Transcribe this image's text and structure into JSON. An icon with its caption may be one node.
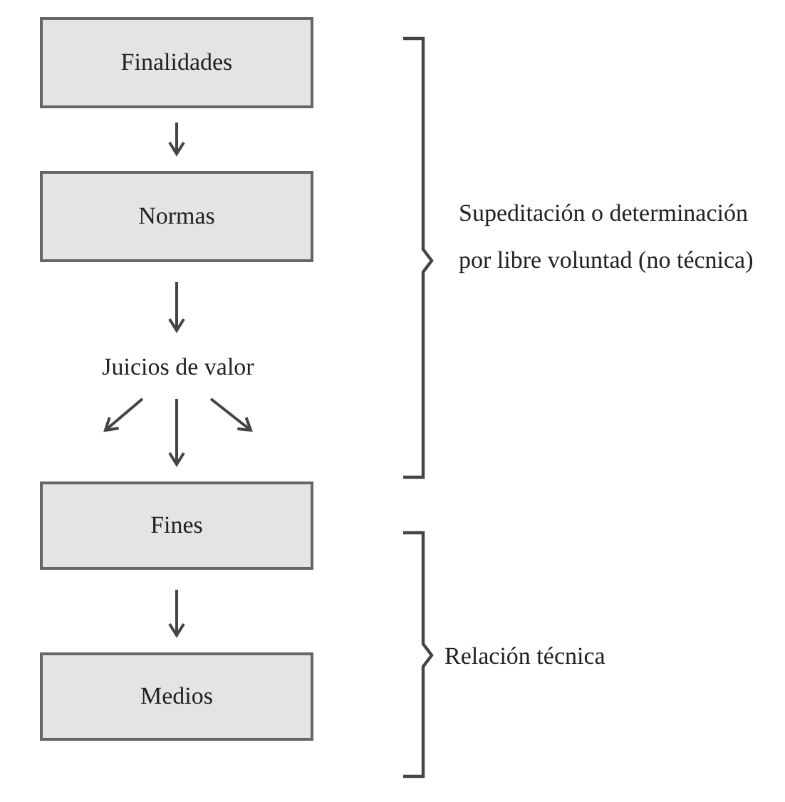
{
  "diagram": {
    "nodes": [
      {
        "text": [
          "Finalidades"
        ]
      },
      {
        "text": [
          "Normas"
        ]
      },
      {
        "text": [
          "Juicios de valor"
        ]
      },
      {
        "text": [
          "Fines"
        ]
      },
      {
        "text": [
          "Medios"
        ]
      }
    ],
    "edges": [
      {
        "from": 0,
        "to": 1,
        "arrow": "to"
      },
      {
        "from": 1,
        "to": 2,
        "arrow": "to"
      },
      {
        "from": 2,
        "to": null,
        "arrow": "to"
      },
      {
        "from": 2,
        "to": 3,
        "arrow": "to"
      },
      {
        "from": 2,
        "to": null,
        "arrow": "to"
      },
      {
        "from": 3,
        "to": 4,
        "arrow": "to"
      }
    ],
    "labels": [
      "Supeditación o determinación por libre voluntad (no técnica)",
      "Relación técnica"
    ]
  }
}
